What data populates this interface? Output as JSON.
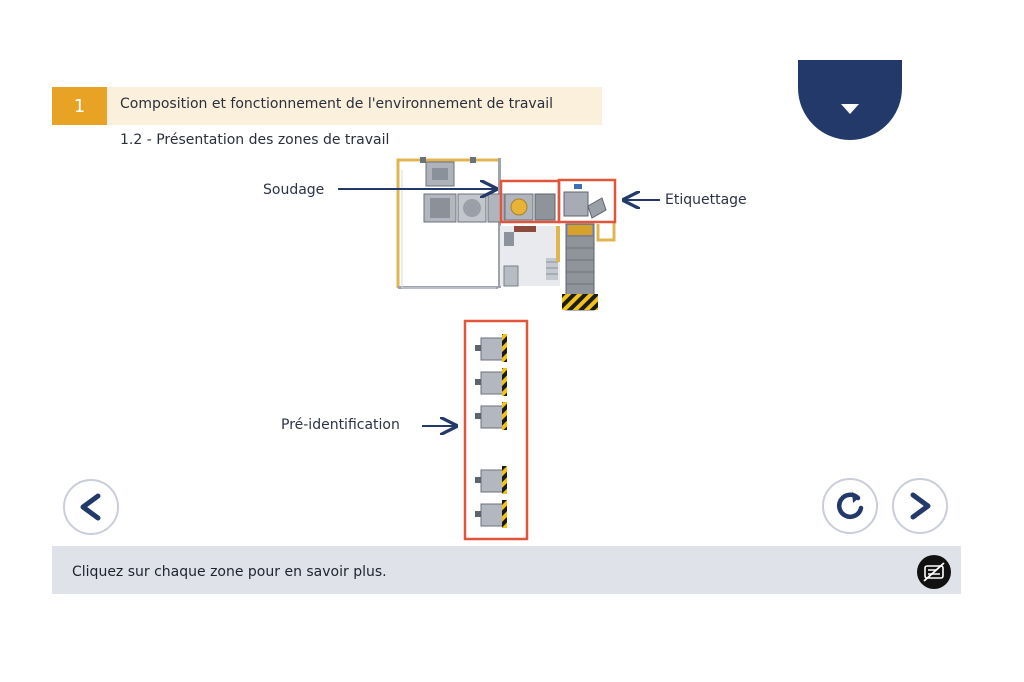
{
  "header": {
    "chapter_number": "1",
    "chapter_title": "Composition et fonctionnement de l'environnement de travail",
    "section_title": "1.2 - Présentation des zones de travail"
  },
  "menu": {
    "icon": "triangle-down-icon"
  },
  "diagram": {
    "zones": {
      "soudage": "Soudage",
      "etiquettage": "Etiquettage",
      "preidentification": "Pré-identification"
    }
  },
  "navigation": {
    "prev_icon": "chevron-left-icon",
    "replay_icon": "replay-icon",
    "next_icon": "chevron-right-icon"
  },
  "footer": {
    "instruction": "Cliquez sur chaque zone pour en savoir plus.",
    "caption_icon": "captions-off-icon"
  },
  "colors": {
    "accent_orange": "#e8a224",
    "header_bg": "#fbf0dc",
    "navy": "#22396a",
    "zone_highlight": "#e2553a",
    "footer_bg": "#dfe2e8"
  }
}
